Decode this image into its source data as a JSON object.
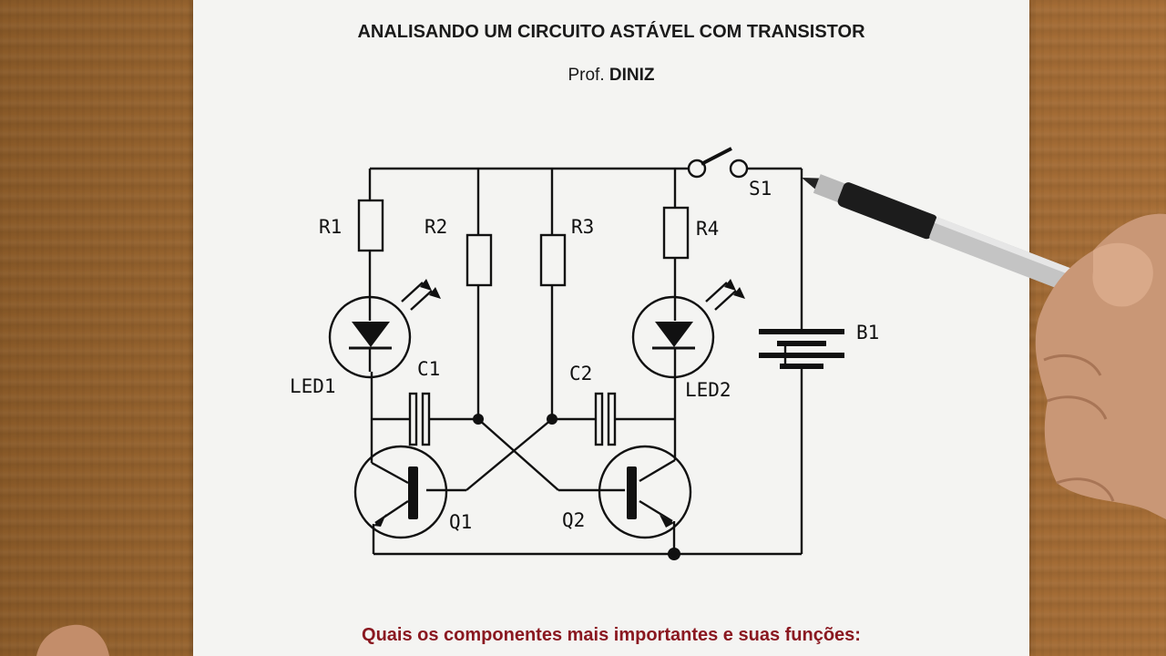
{
  "document": {
    "title": "ANALISANDO UM CIRCUITO ASTÁVEL COM TRANSISTOR",
    "author_prefix": "Prof.",
    "author_name": "DINIZ",
    "question": "Quais os componentes mais importantes e suas funções:"
  },
  "schematic": {
    "labels": {
      "r1": "R1",
      "r2": "R2",
      "r3": "R3",
      "r4": "R4",
      "led1": "LED1",
      "led2": "LED2",
      "c1": "C1",
      "c2": "C2",
      "q1": "Q1",
      "q2": "Q2",
      "s1": "S1",
      "b1": "B1"
    }
  },
  "colors": {
    "paper": "#f4f4f2",
    "ink": "#111111",
    "question_text": "#8a1820",
    "wood": "#9a6530"
  }
}
